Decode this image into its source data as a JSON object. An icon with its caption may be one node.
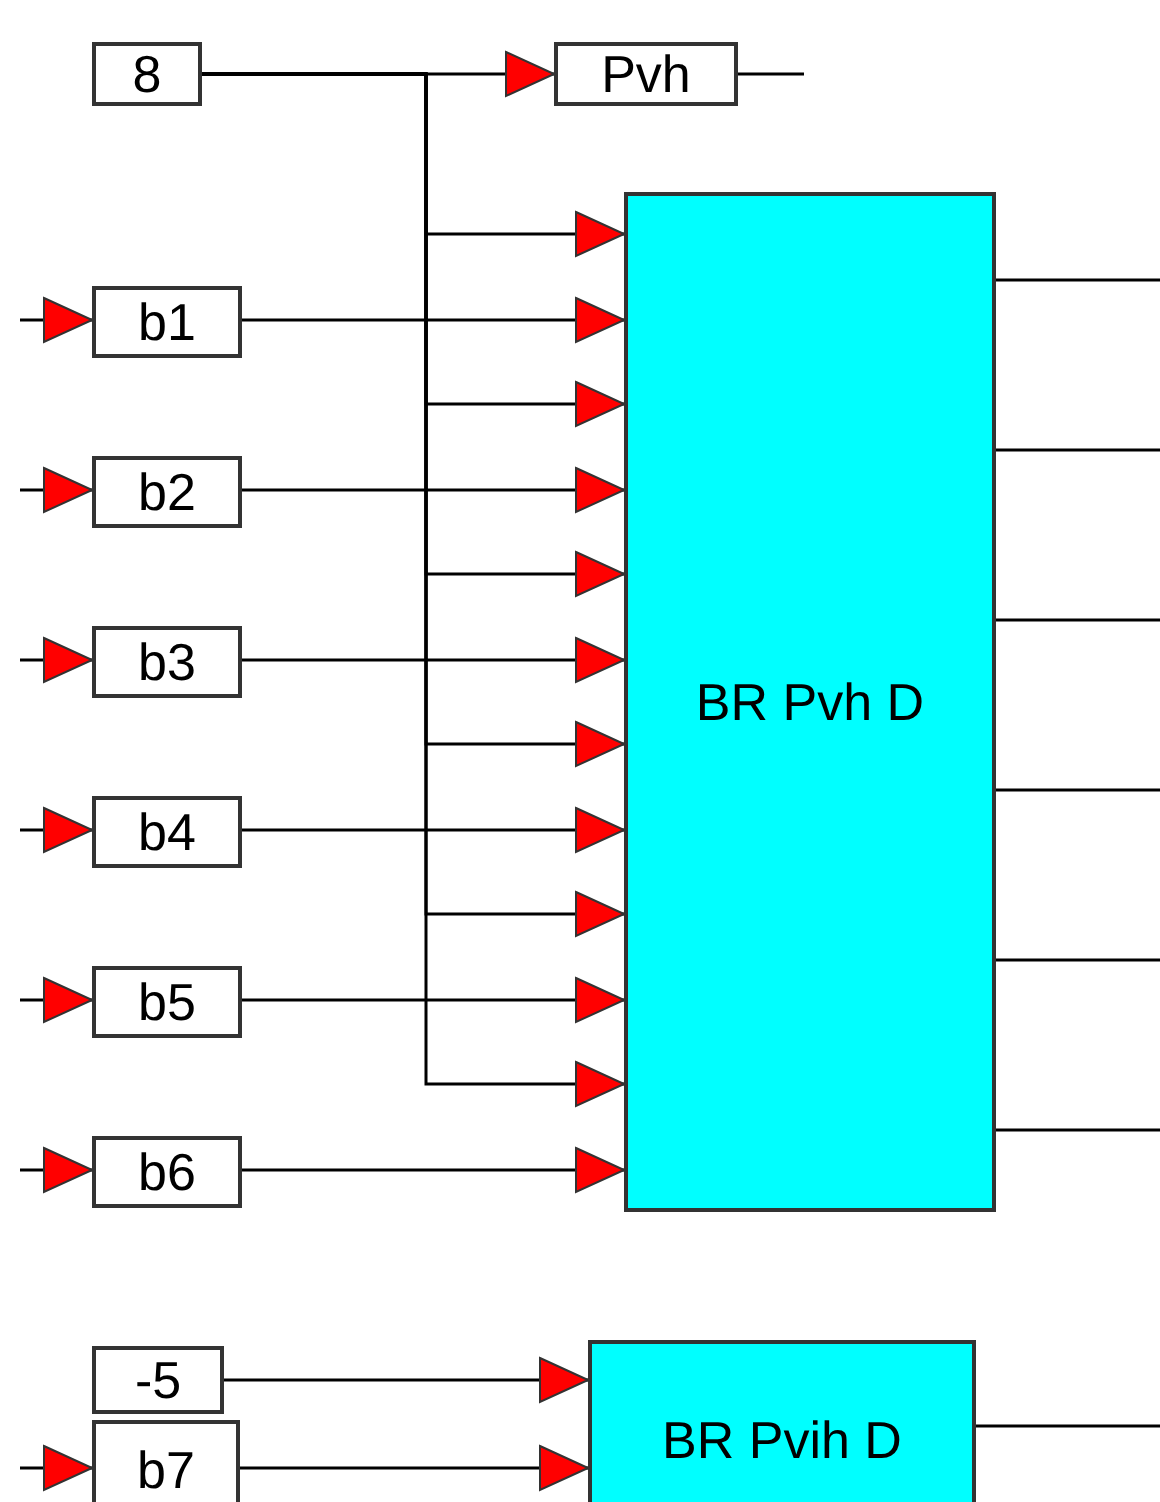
{
  "diagram": {
    "nodes": [
      {
        "text": [
          "8"
        ]
      },
      {
        "text": [
          "Pvh"
        ]
      },
      {
        "text": [
          "b1"
        ]
      },
      {
        "text": [
          "b2"
        ]
      },
      {
        "text": [
          "b3"
        ]
      },
      {
        "text": [
          "b4"
        ]
      },
      {
        "text": [
          "b5"
        ]
      },
      {
        "text": [
          "b6"
        ]
      },
      {
        "text": [
          "BR Pvh D"
        ]
      },
      {
        "text": [
          "-5"
        ]
      },
      {
        "text": [
          "b7"
        ]
      },
      {
        "text": [
          "BR Pvih D"
        ]
      }
    ],
    "edges": [
      {
        "from": 0,
        "to": 1,
        "arrow": "to"
      },
      {
        "from": 1,
        "to": null,
        "arrow": "none"
      },
      {
        "from": 0,
        "to": 8,
        "arrow": "to"
      },
      {
        "from": 0,
        "to": 8,
        "arrow": "to"
      },
      {
        "from": 0,
        "to": 8,
        "arrow": "to"
      },
      {
        "from": 0,
        "to": 8,
        "arrow": "to"
      },
      {
        "from": 0,
        "to": 8,
        "arrow": "to"
      },
      {
        "from": 0,
        "to": 8,
        "arrow": "to"
      },
      {
        "from": null,
        "to": 2,
        "arrow": "to"
      },
      {
        "from": 2,
        "to": 8,
        "arrow": "to"
      },
      {
        "from": null,
        "to": 3,
        "arrow": "to"
      },
      {
        "from": 3,
        "to": 8,
        "arrow": "to"
      },
      {
        "from": null,
        "to": 4,
        "arrow": "to"
      },
      {
        "from": 4,
        "to": 8,
        "arrow": "to"
      },
      {
        "from": null,
        "to": 5,
        "arrow": "to"
      },
      {
        "from": 5,
        "to": 8,
        "arrow": "to"
      },
      {
        "from": null,
        "to": 6,
        "arrow": "to"
      },
      {
        "from": 6,
        "to": 8,
        "arrow": "to"
      },
      {
        "from": null,
        "to": 7,
        "arrow": "to"
      },
      {
        "from": 7,
        "to": 8,
        "arrow": "to"
      },
      {
        "from": 8,
        "to": null,
        "arrow": "none"
      },
      {
        "from": 8,
        "to": null,
        "arrow": "none"
      },
      {
        "from": 8,
        "to": null,
        "arrow": "none"
      },
      {
        "from": 8,
        "to": null,
        "arrow": "none"
      },
      {
        "from": 8,
        "to": null,
        "arrow": "none"
      },
      {
        "from": 8,
        "to": null,
        "arrow": "none"
      },
      {
        "from": 9,
        "to": 11,
        "arrow": "to"
      },
      {
        "from": null,
        "to": 10,
        "arrow": "to"
      },
      {
        "from": 10,
        "to": 11,
        "arrow": "to"
      },
      {
        "from": 11,
        "to": null,
        "arrow": "none"
      }
    ]
  }
}
